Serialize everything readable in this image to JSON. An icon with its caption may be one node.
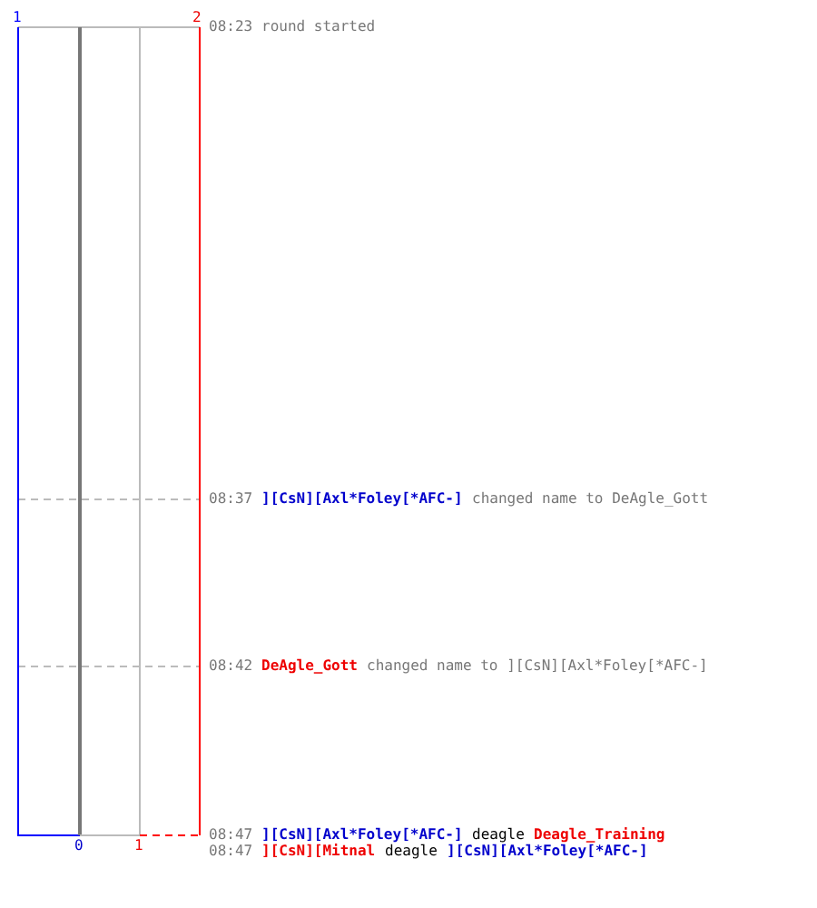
{
  "diagram": {
    "labels": [
      "1",
      "2",
      "08:23",
      "round started",
      "08:37",
      "][CsN][Axl*Foley[*AFC-]",
      "changed name to DeAgle_Gott",
      "08:42",
      "DeAgle_Gott",
      "changed name to ][CsN][Axl*Foley[*AFC-]",
      "0",
      "1",
      "08:47",
      "][CsN][Axl*Foley[*AFC-]",
      "deagle",
      "Deagle_Training",
      "08:47",
      "][CsN][Mitnal",
      "deagle",
      "][CsN][Axl*Foley[*AFC-]"
    ]
  }
}
